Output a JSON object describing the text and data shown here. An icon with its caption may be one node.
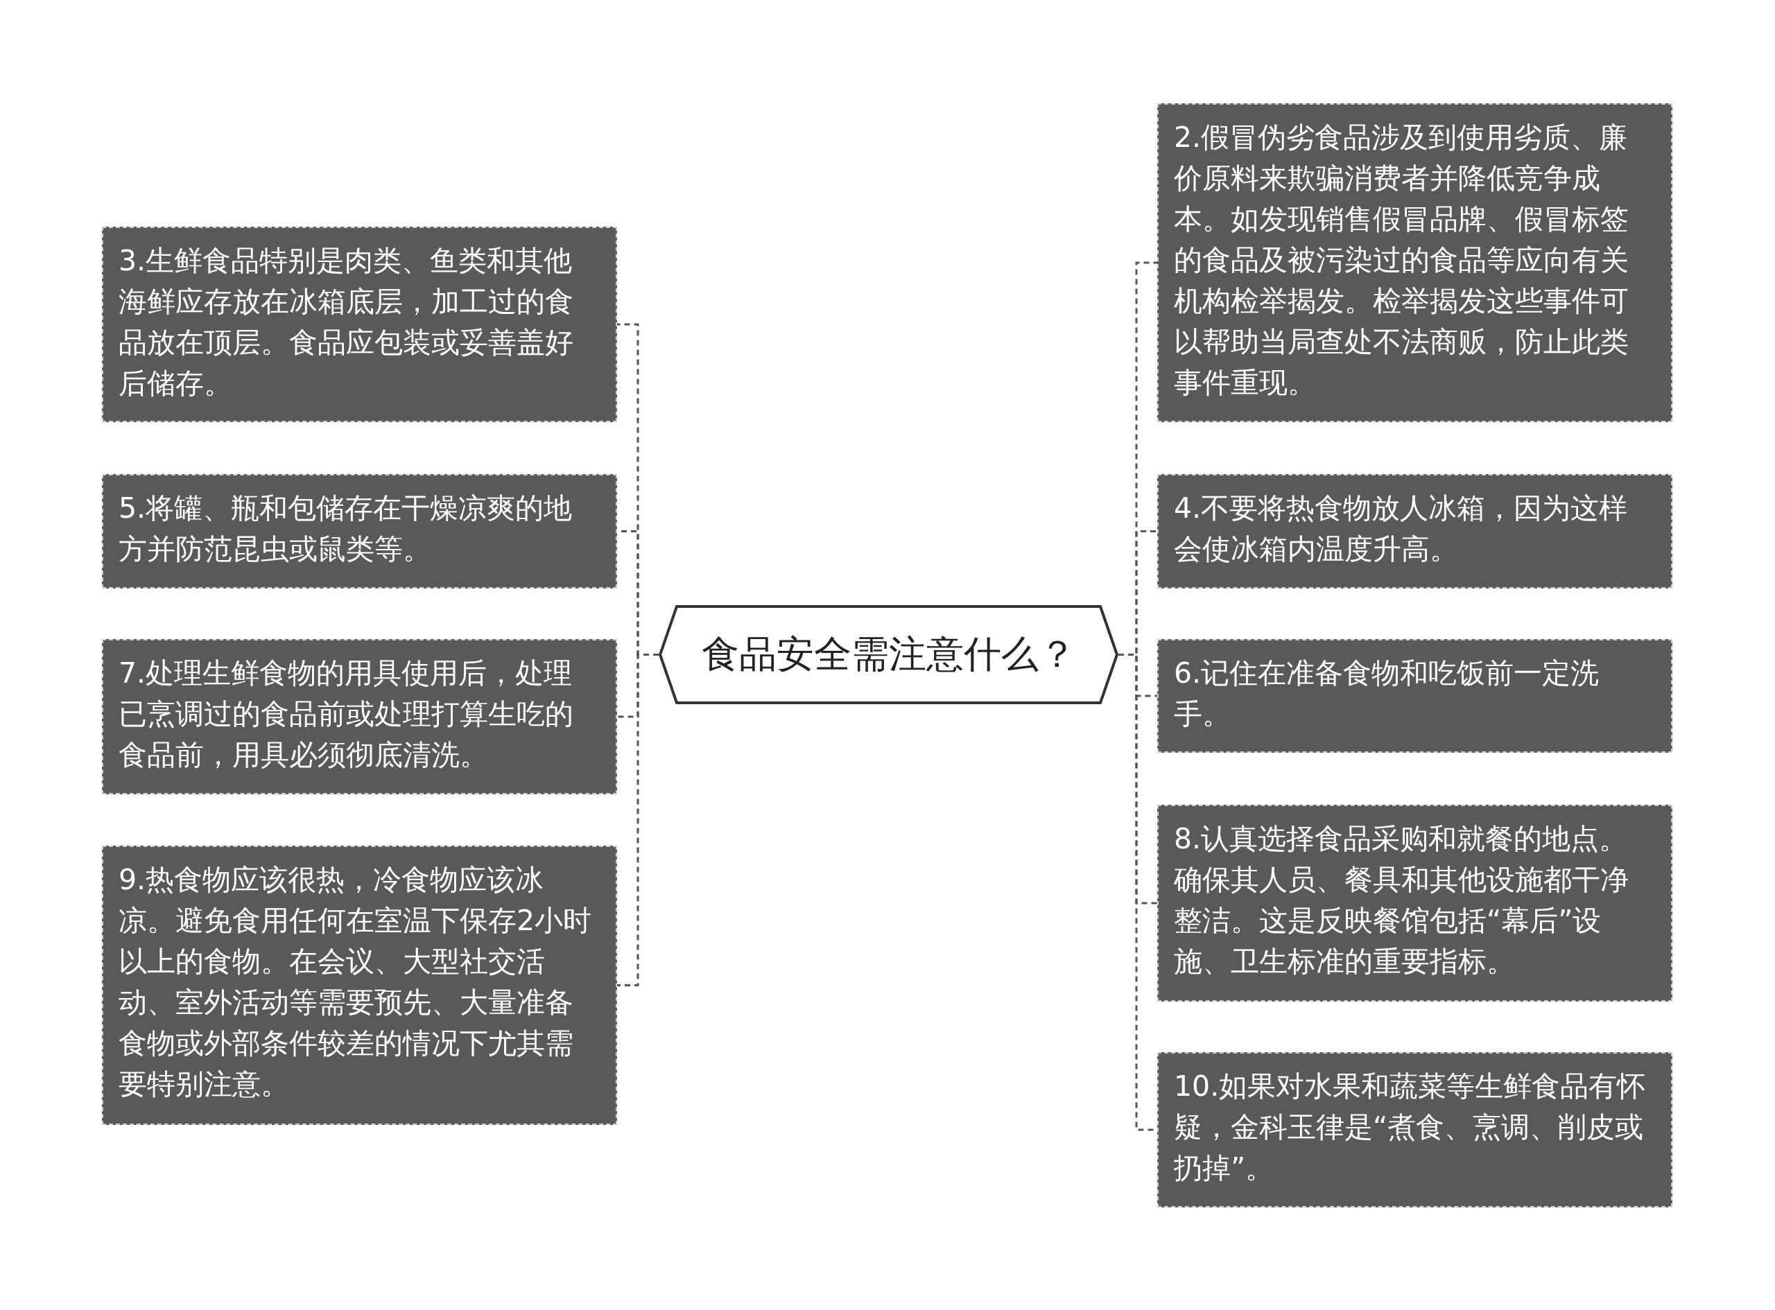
{
  "diagram": {
    "nodes": [
      {
        "text": [
          "食品安全需注意什么？"
        ]
      },
      {
        "text": [
          "2.假冒伪劣食品涉及到使用劣质、廉价原料来欺骗消费者并降低竞争成本。如发现销售假冒品牌、假冒标签的食品及被污染过的食品等应向有关机构检举揭发。检举揭发这些事件可以帮助当局查处不法商贩，防止此类事件重现。"
        ]
      },
      {
        "text": [
          "3.生鲜食品特别是肉类、鱼类和其他海鲜应存放在冰箱底层，加工过的食品放在顶层。食品应包装或妥善盖好后储存。"
        ]
      },
      {
        "text": [
          "4.不要将热食物放人冰箱，因为这样会使冰箱内温度升高。"
        ]
      },
      {
        "text": [
          "5.将罐、瓶和包储存在干燥凉爽的地方并防范昆虫或鼠类等。"
        ]
      },
      {
        "text": [
          "6.记住在准备食物和吃饭前一定洗手。"
        ]
      },
      {
        "text": [
          "7.处理生鲜食物的用具使用后，处理已烹调过的食品前或处理打算生吃的食品前，用具必须彻底清洗。"
        ]
      },
      {
        "text": [
          "8.认真选择食品采购和就餐的地点。确保其人员、餐具和其他设施都干净整洁。这是反映餐馆包括“幕后”设施、卫生标准的重要指标。"
        ]
      },
      {
        "text": [
          "9.热食物应该很热，冷食物应该冰凉。避免食用任何在室温下保存2小时以上的食物。在会议、大型社交活动、室外活动等需要预先、大量准备食物或外部条件较差的情况下尤其需要特别注意。"
        ]
      },
      {
        "text": [
          "10.如果对水果和蔬菜等生鲜食品有怀疑，金科玉律是“煮食、烹调、削皮或扔掉”。"
        ]
      }
    ],
    "edges": [
      {
        "from": 0,
        "to": 1,
        "arrow": "none",
        "style": "dashed"
      },
      {
        "from": 0,
        "to": 2,
        "arrow": "none",
        "style": "dashed"
      },
      {
        "from": 0,
        "to": 3,
        "arrow": "none",
        "style": "dashed"
      },
      {
        "from": 0,
        "to": 4,
        "arrow": "none",
        "style": "dashed"
      },
      {
        "from": 0,
        "to": 5,
        "arrow": "none",
        "style": "dashed"
      },
      {
        "from": 0,
        "to": 6,
        "arrow": "none",
        "style": "dashed"
      },
      {
        "from": 0,
        "to": 7,
        "arrow": "none",
        "style": "dashed"
      },
      {
        "from": 0,
        "to": 8,
        "arrow": "none",
        "style": "dashed"
      },
      {
        "from": 0,
        "to": 9,
        "arrow": "none",
        "style": "dashed"
      }
    ]
  }
}
